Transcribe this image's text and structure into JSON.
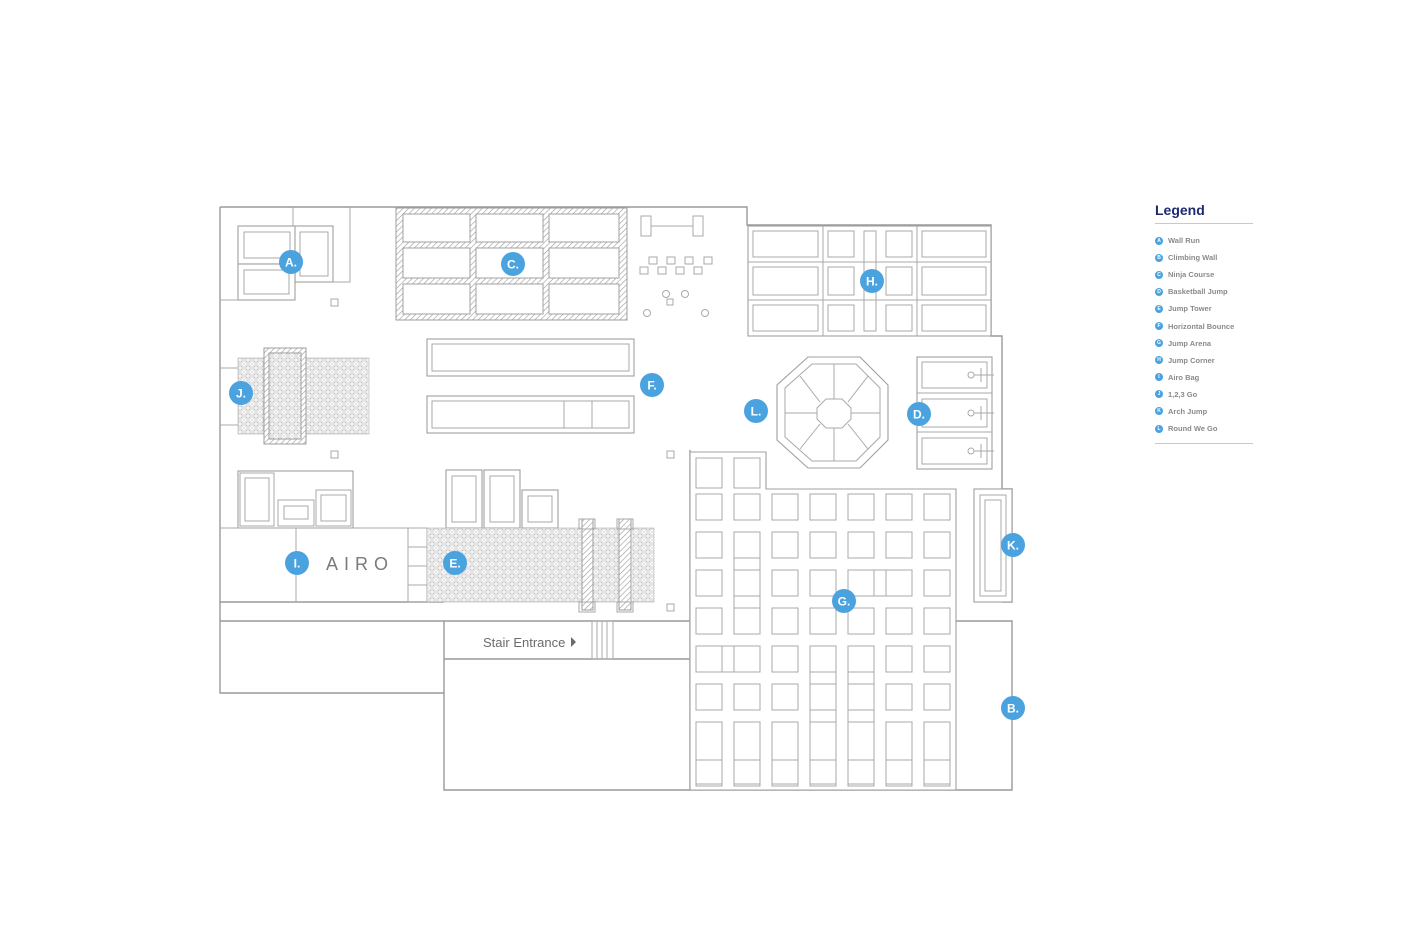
{
  "legend": {
    "title": "Legend",
    "items": [
      {
        "key": "A",
        "label": "Wall Run"
      },
      {
        "key": "B",
        "label": "Climbing Wall"
      },
      {
        "key": "C",
        "label": "Ninja Course"
      },
      {
        "key": "D",
        "label": "Basketball Jump"
      },
      {
        "key": "E",
        "label": "Jump Tower"
      },
      {
        "key": "F",
        "label": "Horizontal Bounce"
      },
      {
        "key": "G",
        "label": "Jump Arena"
      },
      {
        "key": "H",
        "label": "Jump Corner"
      },
      {
        "key": "I",
        "label": "Airo Bag"
      },
      {
        "key": "J",
        "label": "1,2,3 Go"
      },
      {
        "key": "K",
        "label": "Arch Jump"
      },
      {
        "key": "L",
        "label": "Round We Go"
      }
    ]
  },
  "markers": {
    "a": "A.",
    "b": "B.",
    "c": "C.",
    "d": "D.",
    "e": "E.",
    "f": "F.",
    "g": "G.",
    "h": "H.",
    "i": "I.",
    "j": "J.",
    "k": "K.",
    "l": "L."
  },
  "labels": {
    "stair_entrance": "Stair Entrance",
    "logo": "AIRO"
  },
  "colors": {
    "marker": "#4aa3df",
    "legend_title": "#1d2a6e",
    "walls": "#9a9a9a"
  }
}
